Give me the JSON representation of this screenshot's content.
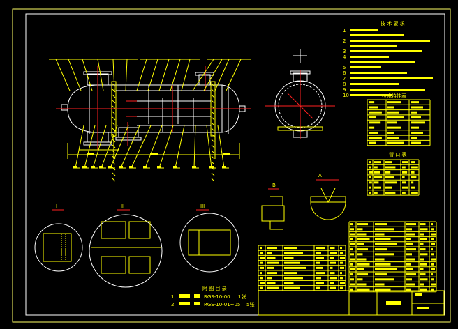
{
  "drawing": {
    "background": "#000000",
    "colors": {
      "frame_outer": "#ffff66",
      "frame_inner": "#ffffff",
      "lines": "#ffff00",
      "centerlines": "#ff2020",
      "shell": "#ffffff"
    },
    "headings": {
      "notes": "技 术 要 求",
      "tech_table": "技术特性表",
      "nozzle_table": "管 口 表",
      "drawing_list": "附 图 目 录"
    },
    "notes_numbers": [
      "1",
      "2",
      "3",
      "4",
      "5",
      "6",
      "7",
      "8",
      "9",
      "10"
    ],
    "detail_labels": {
      "section_a": "A",
      "detail_1": "I",
      "detail_2": "II",
      "detail_3": "III",
      "detail_b": "B"
    },
    "nozzle_marks": [
      "a",
      "b",
      "c",
      "d",
      "e",
      "f",
      "g"
    ],
    "drawing_list": [
      {
        "no": "1.",
        "code": "RGS-10-00",
        "sheets": "1张"
      },
      {
        "no": "2.",
        "code": "RGS-10-01~05",
        "sheets": "5张"
      }
    ]
  }
}
